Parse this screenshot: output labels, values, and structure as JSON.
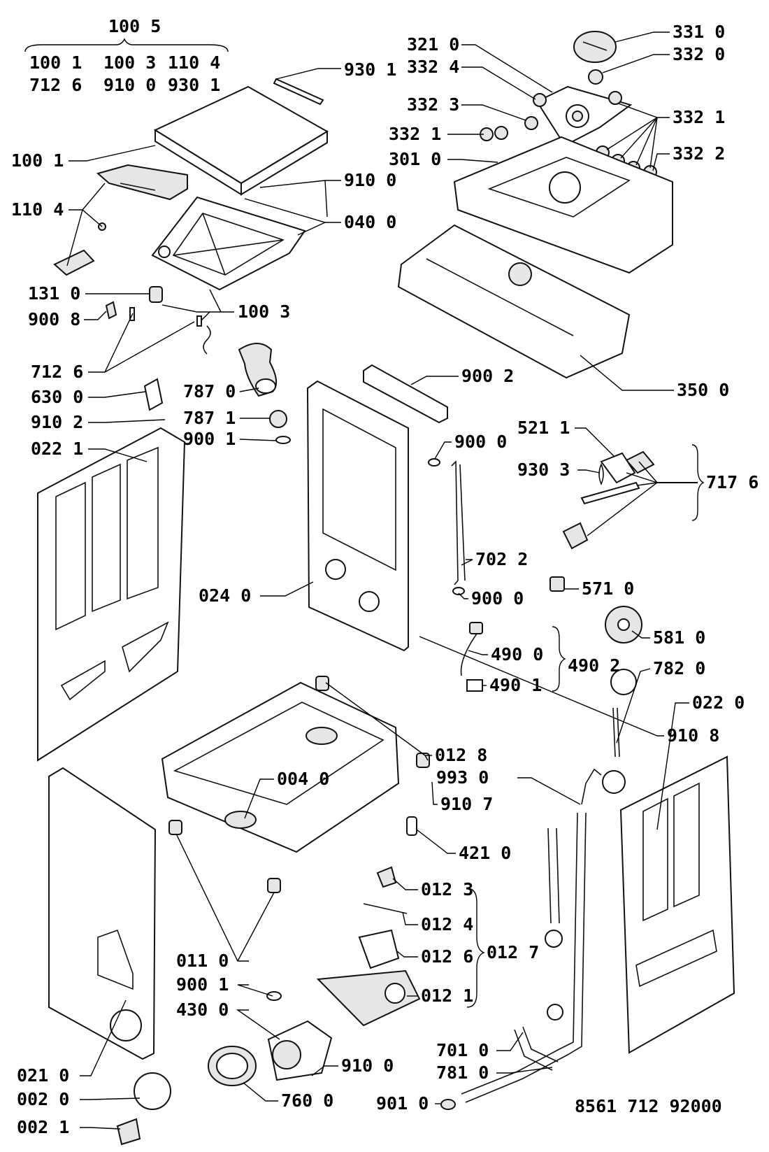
{
  "group": {
    "title": "100 5",
    "rows": [
      [
        "100 1",
        "100 3",
        "110 4"
      ],
      [
        "712 6",
        "910 0",
        "930 1"
      ]
    ]
  },
  "labels": [
    {
      "id": "930-1a",
      "text": "930 1"
    },
    {
      "id": "321-0",
      "text": "321 0"
    },
    {
      "id": "332-4",
      "text": "332 4"
    },
    {
      "id": "331-0",
      "text": "331 0"
    },
    {
      "id": "332-0",
      "text": "332 0"
    },
    {
      "id": "332-3",
      "text": "332 3"
    },
    {
      "id": "332-1a",
      "text": "332 1"
    },
    {
      "id": "332-1b",
      "text": "332 1"
    },
    {
      "id": "301-0",
      "text": "301 0"
    },
    {
      "id": "332-2",
      "text": "332 2"
    },
    {
      "id": "100-1",
      "text": "100 1"
    },
    {
      "id": "910-0a",
      "text": "910 0"
    },
    {
      "id": "110-4",
      "text": "110 4"
    },
    {
      "id": "040-0",
      "text": "040 0"
    },
    {
      "id": "131-0",
      "text": "131 0"
    },
    {
      "id": "100-3",
      "text": "100 3"
    },
    {
      "id": "900-8",
      "text": "900 8"
    },
    {
      "id": "350-0",
      "text": "350 0"
    },
    {
      "id": "712-6",
      "text": "712 6"
    },
    {
      "id": "900-2",
      "text": "900 2"
    },
    {
      "id": "787-0",
      "text": "787 0"
    },
    {
      "id": "630-0",
      "text": "630 0"
    },
    {
      "id": "787-1",
      "text": "787 1"
    },
    {
      "id": "521-1",
      "text": "521 1"
    },
    {
      "id": "910-2",
      "text": "910 2"
    },
    {
      "id": "900-1a",
      "text": "900 1"
    },
    {
      "id": "900-0a",
      "text": "900 0"
    },
    {
      "id": "022-1",
      "text": "022 1"
    },
    {
      "id": "930-3",
      "text": "930 3"
    },
    {
      "id": "717-6",
      "text": "717 6"
    },
    {
      "id": "702-2",
      "text": "702 2"
    },
    {
      "id": "024-0",
      "text": "024 0"
    },
    {
      "id": "900-0b",
      "text": "900 0"
    },
    {
      "id": "571-0",
      "text": "571 0"
    },
    {
      "id": "581-0",
      "text": "581 0"
    },
    {
      "id": "490-0",
      "text": "490 0"
    },
    {
      "id": "490-2",
      "text": "490 2"
    },
    {
      "id": "782-0",
      "text": "782 0"
    },
    {
      "id": "490-1",
      "text": "490 1"
    },
    {
      "id": "022-0",
      "text": "022 0"
    },
    {
      "id": "910-8",
      "text": "910 8"
    },
    {
      "id": "012-8",
      "text": "012 8"
    },
    {
      "id": "993-0",
      "text": "993 0"
    },
    {
      "id": "004-0",
      "text": "004 0"
    },
    {
      "id": "910-7",
      "text": "910 7"
    },
    {
      "id": "421-0",
      "text": "421 0"
    },
    {
      "id": "012-3",
      "text": "012 3"
    },
    {
      "id": "012-4",
      "text": "012 4"
    },
    {
      "id": "012-7",
      "text": "012 7"
    },
    {
      "id": "012-6",
      "text": "012 6"
    },
    {
      "id": "011-0",
      "text": "011 0"
    },
    {
      "id": "012-1",
      "text": "012 1"
    },
    {
      "id": "900-1b",
      "text": "900 1"
    },
    {
      "id": "430-0",
      "text": "430 0"
    },
    {
      "id": "701-0",
      "text": "701 0"
    },
    {
      "id": "021-0",
      "text": "021 0"
    },
    {
      "id": "910-0b",
      "text": "910 0"
    },
    {
      "id": "781-0",
      "text": "781 0"
    },
    {
      "id": "002-0",
      "text": "002 0"
    },
    {
      "id": "760-0",
      "text": "760 0"
    },
    {
      "id": "002-1",
      "text": "002 1"
    },
    {
      "id": "901-0",
      "text": "901 0"
    }
  ],
  "footer": {
    "code": "8561 712 92000"
  }
}
